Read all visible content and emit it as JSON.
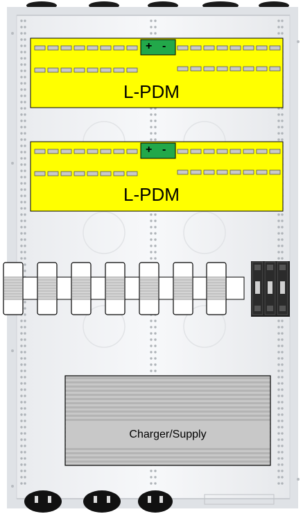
{
  "modules": [
    {
      "label": "L-PDM",
      "terminal": {
        "plus": "+",
        "minus": "-"
      }
    },
    {
      "label": "L-PDM",
      "terminal": {
        "plus": "+",
        "minus": "-"
      }
    }
  ],
  "fuse_holder_count": 7,
  "breaker_pole_count": 3,
  "charger": {
    "label": "Charger/Supply"
  },
  "colors": {
    "module_fill": "#ffff00",
    "terminal_fill": "#22a84a",
    "charger_fill": "#c8c8c8",
    "enclosure": "#f3f4f6",
    "breaker": "#1e1e1e"
  }
}
